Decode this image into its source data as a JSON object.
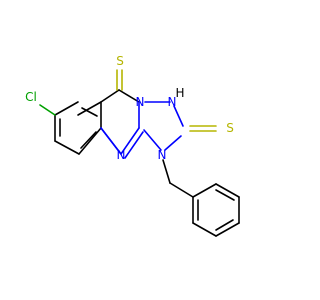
{
  "molecule": {
    "atoms": {
      "s_top": {
        "symbol": "S",
        "color": "#b5b500"
      },
      "s_right": {
        "symbol": "S",
        "color": "#b5b500"
      },
      "cl": {
        "symbol": "Cl",
        "color": "#00a000"
      },
      "n_bridge": {
        "symbol": "N",
        "color": "#0000ff"
      },
      "n_h": {
        "symbol": "N",
        "color": "#0000ff"
      },
      "h": {
        "symbol": "H",
        "color": "#000000"
      },
      "n_lower": {
        "symbol": "N",
        "color": "#0000ff"
      },
      "n_benzyl": {
        "symbol": "N",
        "color": "#0000ff"
      }
    }
  }
}
